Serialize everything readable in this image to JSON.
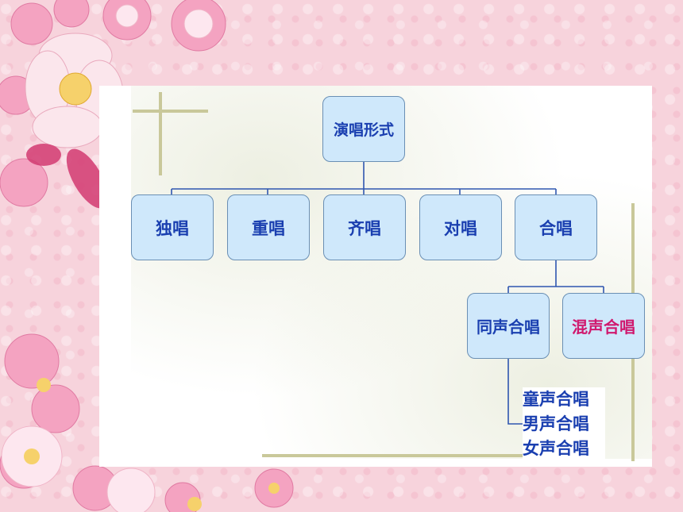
{
  "diagram": {
    "root": "演唱形式",
    "level1": [
      "独唱",
      "重唱",
      "齐唱",
      "对唱",
      "合唱"
    ],
    "chorus_children": [
      "同声合唱",
      "混声合唱"
    ],
    "same_voice_children": [
      "童声合唱",
      "男声合唱",
      "女声合唱"
    ]
  },
  "colors": {
    "node_fill": "#cfe8fb",
    "node_border": "#6a8fb4",
    "text_blue": "#1a3fb0",
    "text_magenta": "#d0186e",
    "connector": "#2f56b0"
  }
}
